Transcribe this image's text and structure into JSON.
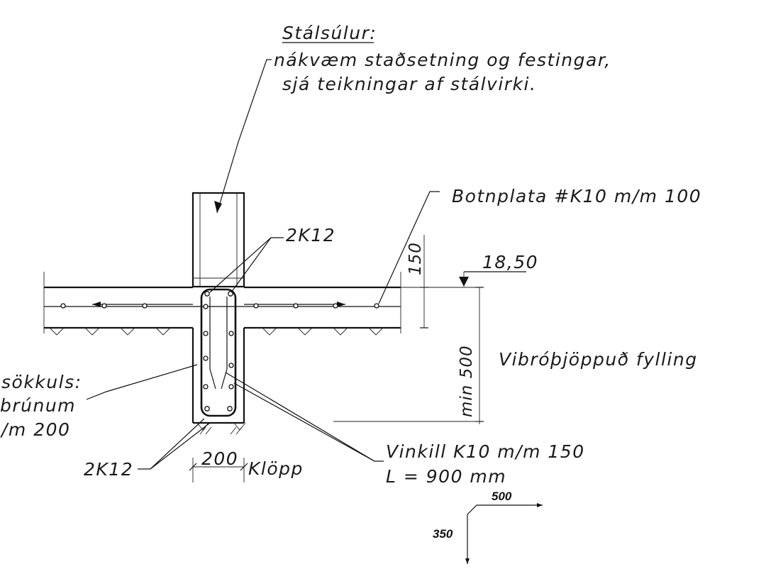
{
  "drawing": {
    "column_title": "Stálsúlur:",
    "column_note_line1": "nákvæm staðsetning og festingar,",
    "column_note_line2": "sjá teikningar af stálvirki.",
    "slab_label": "Botnplata #K10 m/m 100",
    "top_bars_label": "2K12",
    "dim_slab": "150",
    "level_mark": "18,50",
    "dim_fill": "min 500",
    "fill_label": "Vibróþjöppuð fylling",
    "footing_label_line1": "sökkuls:",
    "footing_label_line2": "brúnum",
    "footing_label_line3": "/m 200",
    "bottom_bars_label": "2K12",
    "dim_width": "200",
    "rock_label": "Klöpp",
    "angle_bar_line1": "Vinkill K10 m/m 150",
    "angle_bar_line2": "L = 900 mm",
    "bend_leg_horizontal": "500",
    "bend_leg_vertical": "350"
  }
}
